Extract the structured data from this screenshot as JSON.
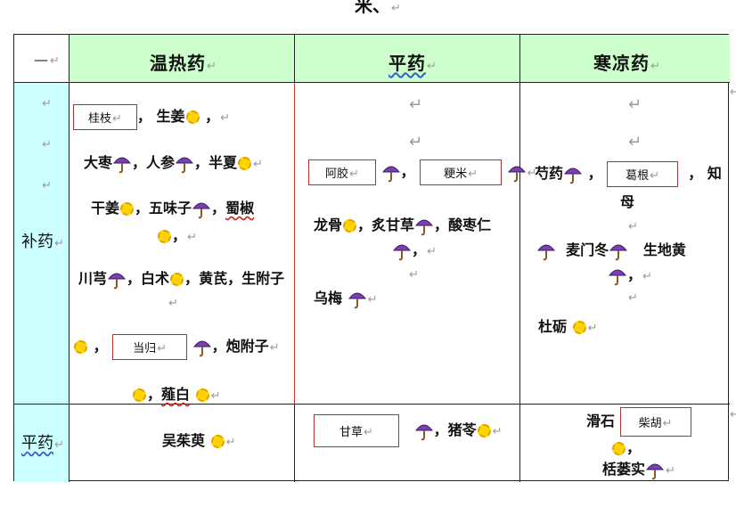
{
  "top_text": "米、",
  "mark": "↵",
  "header": {
    "corner": "—",
    "warm": "温热药",
    "neutral": "平药",
    "cold": "寒凉药"
  },
  "rows": {
    "tonic": "补药",
    "neutral": "平药"
  },
  "tonic_warm": {
    "guizhi": "桂枝",
    "shengjiang": "生姜",
    "dazao": "大枣",
    "renshen": "人参",
    "banxia": "半夏",
    "ganjiang": "干姜",
    "wuweizi": "五味子",
    "shujiao": "蜀椒",
    "chuanxiong": "川芎",
    "baizhu": "白术",
    "huangqi": "黄芪",
    "shengfuzi": "生附子",
    "danggui": "当归",
    "paofuzi": "炮附子",
    "xiebai": "薤白"
  },
  "tonic_neutral": {
    "ejiao": "阿胶",
    "jingmi": "粳米",
    "longgu": "龙骨",
    "zhigancao": "炙甘草",
    "suanzaoren": "酸枣仁",
    "wumei": "乌梅"
  },
  "tonic_cold": {
    "shaoyao": "芍药",
    "gegen": "葛根",
    "zhimu_a": "知",
    "zhimu_b": "母",
    "maimendong": "麦门冬",
    "shengdihuang": "生地黄",
    "duli": "杜砺"
  },
  "neutral_warm": {
    "wuzhuyu": "吴茱萸"
  },
  "neutral_neutral": {
    "gancao": "甘草",
    "zhuling": "猪苓"
  },
  "neutral_cold": {
    "huashi": "滑石",
    "chaihu": "柴胡",
    "gualoushi": "栝蒌实"
  },
  "icons": {
    "sun": "sun-icon",
    "umbrella": "umbrella-icon"
  },
  "colors": {
    "header_bg": "#ccffcc",
    "side_bg": "#ccffff",
    "sun": "#ffd400",
    "umbrella": "#7a3fb0"
  }
}
